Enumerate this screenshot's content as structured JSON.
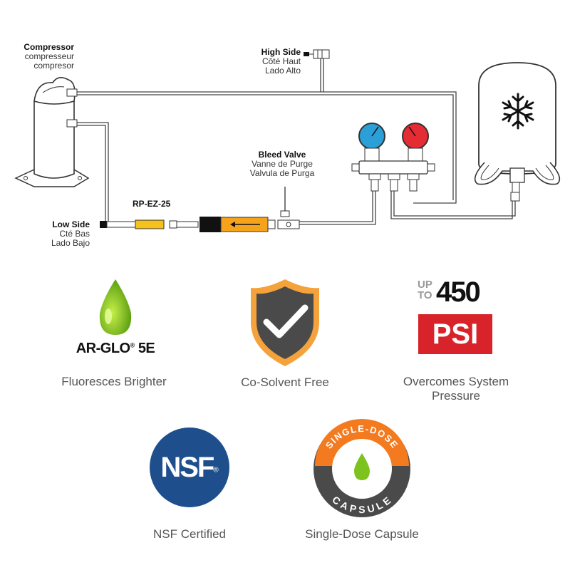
{
  "diagram": {
    "compressor": {
      "title": "Compressor",
      "fr": "compresseur",
      "es": "compresor"
    },
    "high_side": {
      "title": "High Side",
      "fr": "Côté Haut",
      "es": "Lado Alto"
    },
    "low_side": {
      "title": "Low Side",
      "fr": "Cté Bas",
      "es": "Lado Bajo"
    },
    "product": {
      "label": "RP-EZ-25"
    },
    "bleed_valve": {
      "title": "Bleed Valve",
      "fr": "Vanne de Purge",
      "es": "Valvula de Purga"
    }
  },
  "features": [
    {
      "caption": "Fluoresces Brighter",
      "logo_text": "AR-GLO",
      "logo_suffix": "5E",
      "logo_mark": "®",
      "icon": "dye-drop-icon",
      "color": "#7cc31e"
    },
    {
      "caption": "Co-Solvent Free",
      "icon": "shield-check-icon",
      "color": "#f4a23c"
    },
    {
      "caption": "Overcomes System Pressure",
      "badge_up": "UP",
      "badge_to": "TO",
      "badge_value": "450",
      "badge_unit": "PSI",
      "icon": "pressure-badge-icon",
      "color": "#d9232a"
    },
    {
      "caption": "NSF Certified",
      "logo_text": "NSF",
      "mark": "®",
      "icon": "nsf-logo-icon",
      "color": "#1e4f8c"
    },
    {
      "caption": "Single-Dose Capsule",
      "ring_top": "SINGLE-DOSE",
      "ring_bottom": "CAPSULE",
      "icon": "capsule-icon",
      "color": "#f47a20"
    }
  ]
}
